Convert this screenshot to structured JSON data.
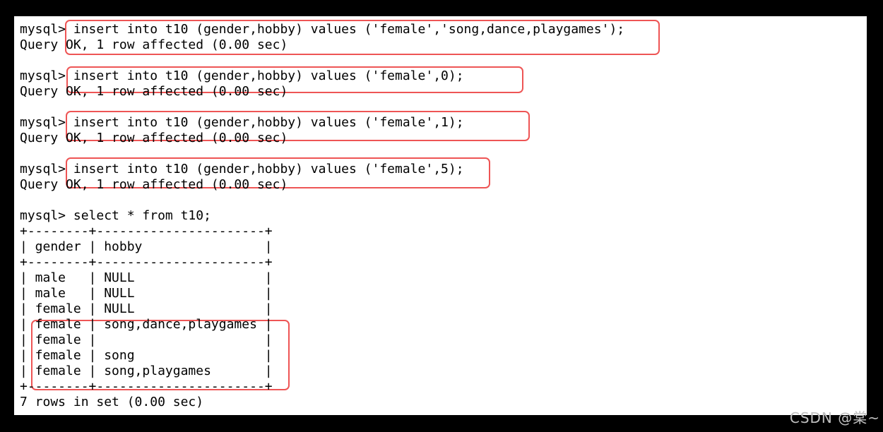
{
  "colors": {
    "background": "#000000",
    "terminal_background": "#ffffff",
    "terminal_text": "#000000",
    "annotation_red": "#ee5555",
    "watermark_gray": "#c0c0c0"
  },
  "terminal": {
    "lines": [
      "mysql> insert into t10 (gender,hobby) values ('female','song,dance,playgames');",
      "Query OK, 1 row affected (0.00 sec)",
      "",
      "mysql> insert into t10 (gender,hobby) values ('female',0);",
      "Query OK, 1 row affected (0.00 sec)",
      "",
      "mysql> insert into t10 (gender,hobby) values ('female',1);",
      "Query OK, 1 row affected (0.00 sec)",
      "",
      "mysql> insert into t10 (gender,hobby) values ('female',5);",
      "Query OK, 1 row affected (0.00 sec)",
      "",
      "mysql> select * from t10;",
      "+--------+----------------------+",
      "| gender | hobby                |",
      "+--------+----------------------+",
      "| male   | NULL                 |",
      "| male   | NULL                 |",
      "| female | NULL                 |",
      "| female | song,dance,playgames |",
      "| female |                      |",
      "| female | song                 |",
      "| female | song,playgames       |",
      "+--------+----------------------+",
      "7 rows in set (0.00 sec)"
    ],
    "result_table": {
      "columns": [
        "gender",
        "hobby"
      ],
      "rows": [
        [
          "male",
          "NULL"
        ],
        [
          "male",
          "NULL"
        ],
        [
          "female",
          "NULL"
        ],
        [
          "female",
          "song,dance,playgames"
        ],
        [
          "female",
          ""
        ],
        [
          "female",
          "song"
        ],
        [
          "female",
          "song,playgames"
        ]
      ],
      "summary": "7 rows in set (0.00 sec)"
    }
  },
  "watermark": {
    "text": "CSDN @棠~"
  }
}
